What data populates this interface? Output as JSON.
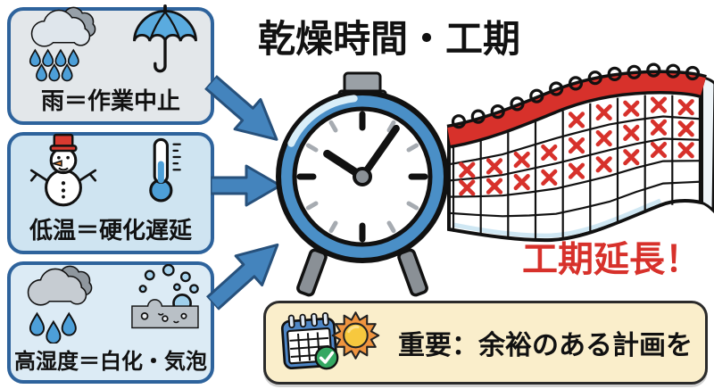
{
  "title": "乾燥時間・工期",
  "factors": [
    {
      "label": "雨＝作業中止",
      "icons": [
        "rain-cloud-icon",
        "umbrella-icon"
      ]
    },
    {
      "label": "低温＝硬化遅延",
      "icons": [
        "snowman-icon",
        "thermometer-icon"
      ]
    },
    {
      "label": "高湿度＝白化・気泡",
      "icons": [
        "rain-cloud-icon",
        "humidity-surface-icon"
      ]
    }
  ],
  "result_label": "工期延長！",
  "note": {
    "text": "重要：余裕のある計画を",
    "icons": [
      "calendar-check-icon",
      "sun-icon"
    ]
  },
  "calendar": {
    "rows": 5,
    "cols": 9,
    "ring_count": 13,
    "marks": [
      "....XXXXX",
      "XXXXXXXXX",
      "XXXXXXXXX",
      ".........",
      "........."
    ]
  },
  "clock": {
    "hour_angle_deg": 303,
    "minute_angle_deg": 35
  },
  "colors": {
    "box_border": "#2e639c",
    "box1_bg": "#e3e7ea",
    "box2_bg": "#cfe4f1",
    "box3_bg": "#dcebf5",
    "note_bg": "#faeecb",
    "note_border": "#2b2b2b",
    "red": "#d7312b",
    "arrow_fill": "#4484bd",
    "arrow_stroke": "#27517c",
    "clock_ring": "#4a8fc7"
  }
}
